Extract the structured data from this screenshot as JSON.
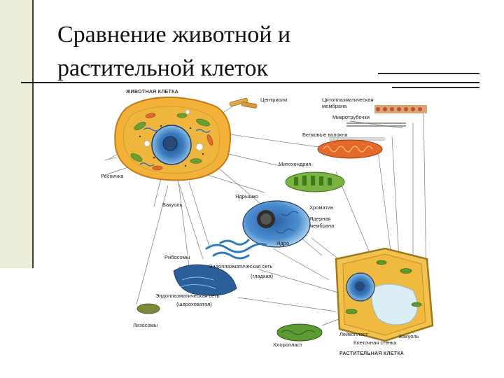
{
  "slide": {
    "title_line1": "Сравнение животной и",
    "title_line2": "растительной клеток"
  },
  "figure": {
    "animal_cell_title": "ЖИВОТНАЯ КЛЕТКА",
    "plant_cell_title": "РАСТИТЕЛЬНАЯ КЛЕТКА",
    "labels": {
      "centrioles": "Центриоли",
      "cytoplasmic_membrane_1": "Цитоплазматическая",
      "cytoplasmic_membrane_2": "мембрана",
      "microtubules": "Микротрубочки",
      "protein_fibers": "Белковые волокна",
      "mitochondria": "Митохондрия",
      "cilium": "Ресничка",
      "nucleolus": "Ядрышко",
      "chromatin": "Хроматин",
      "nuclear_membrane_1": "Ядерная",
      "nuclear_membrane_2": "мембрана",
      "nucleus": "Ядро",
      "vacuole_animal": "Вакуоль",
      "ribosomes": "Рибосомы",
      "smooth_er_1": "Эндоплазматическая сеть",
      "smooth_er_2": "(гладкая)",
      "rough_er_1": "Эндоплазматическая сеть",
      "rough_er_2": "(шероховатая)",
      "lysosomes": "Лизосомы",
      "leucoplast": "Лейкопласт",
      "vacuole_plant": "Вакуоль",
      "cell_wall": "Клеточная стенка",
      "chloroplast": "Хлоропласт"
    }
  }
}
